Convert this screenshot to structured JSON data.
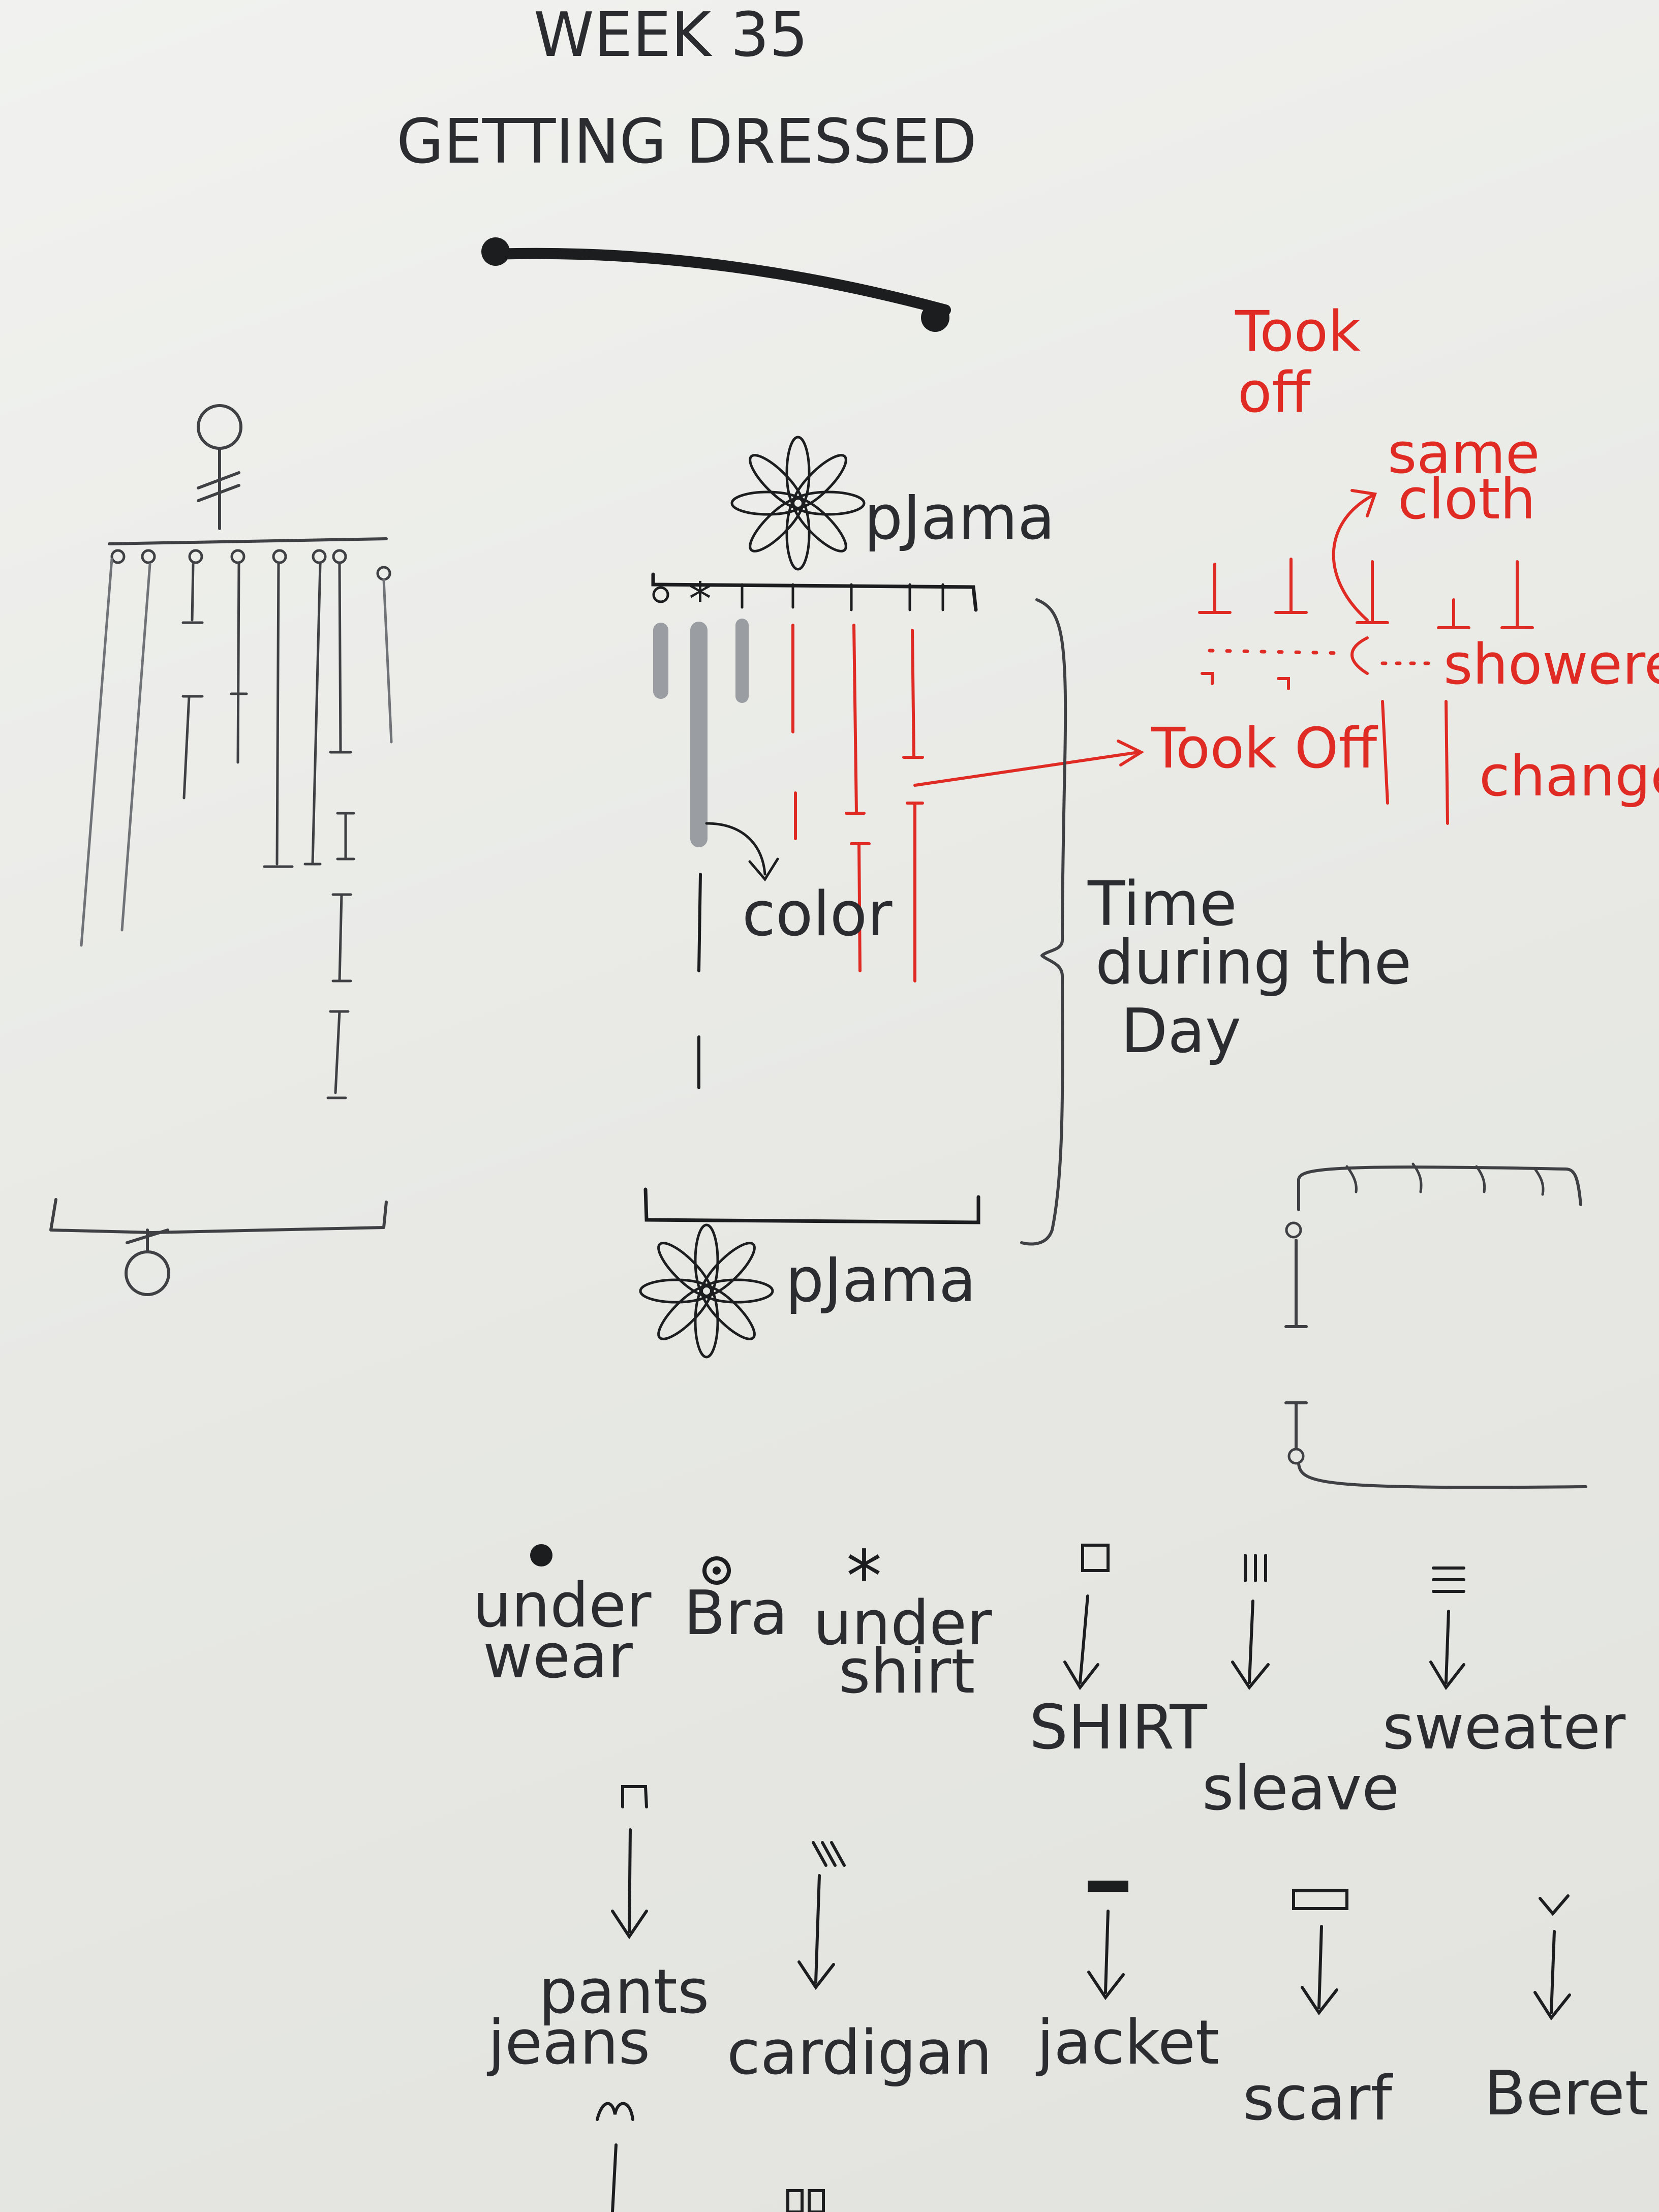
{
  "header": {
    "week": "WEEK 35",
    "title": "GETTING DRESSED"
  },
  "diagram": {
    "top_label": "pJama",
    "bottom_label": "pJama",
    "color_note": "color",
    "time_note": [
      "Time",
      "during the",
      "Day"
    ]
  },
  "annotations_red": {
    "took_off_top": [
      "Took",
      "off"
    ],
    "same_cloth": [
      "same",
      "cloth"
    ],
    "showered": "showered",
    "took_off_mid": "Took Off",
    "changed": "changed"
  },
  "legend": {
    "row1": [
      {
        "label": [
          "under",
          "wear"
        ],
        "icon": "filled-dot-icon"
      },
      {
        "label": [
          "Bra"
        ],
        "icon": "ring-dot-icon"
      },
      {
        "label": [
          "under",
          "shirt"
        ],
        "icon": "asterisk-icon"
      },
      {
        "label": [
          "SHIRT"
        ],
        "icon": "square-icon"
      },
      {
        "label": [
          "sleave"
        ],
        "icon": "triple-bar-icon"
      },
      {
        "label": [
          "sweater"
        ],
        "icon": "triple-line-icon"
      }
    ],
    "row2": [
      {
        "label": [
          "pants",
          "jeans"
        ],
        "icon": "arch-icon"
      },
      {
        "label": [
          "cardigan"
        ],
        "icon": "slash-bars-icon"
      },
      {
        "label": [
          "jacket"
        ],
        "icon": "thick-bar-icon"
      },
      {
        "label": [
          "scarf"
        ],
        "icon": "rectangle-icon"
      },
      {
        "label": [
          "Beret"
        ],
        "icon": "check-icon"
      }
    ]
  }
}
